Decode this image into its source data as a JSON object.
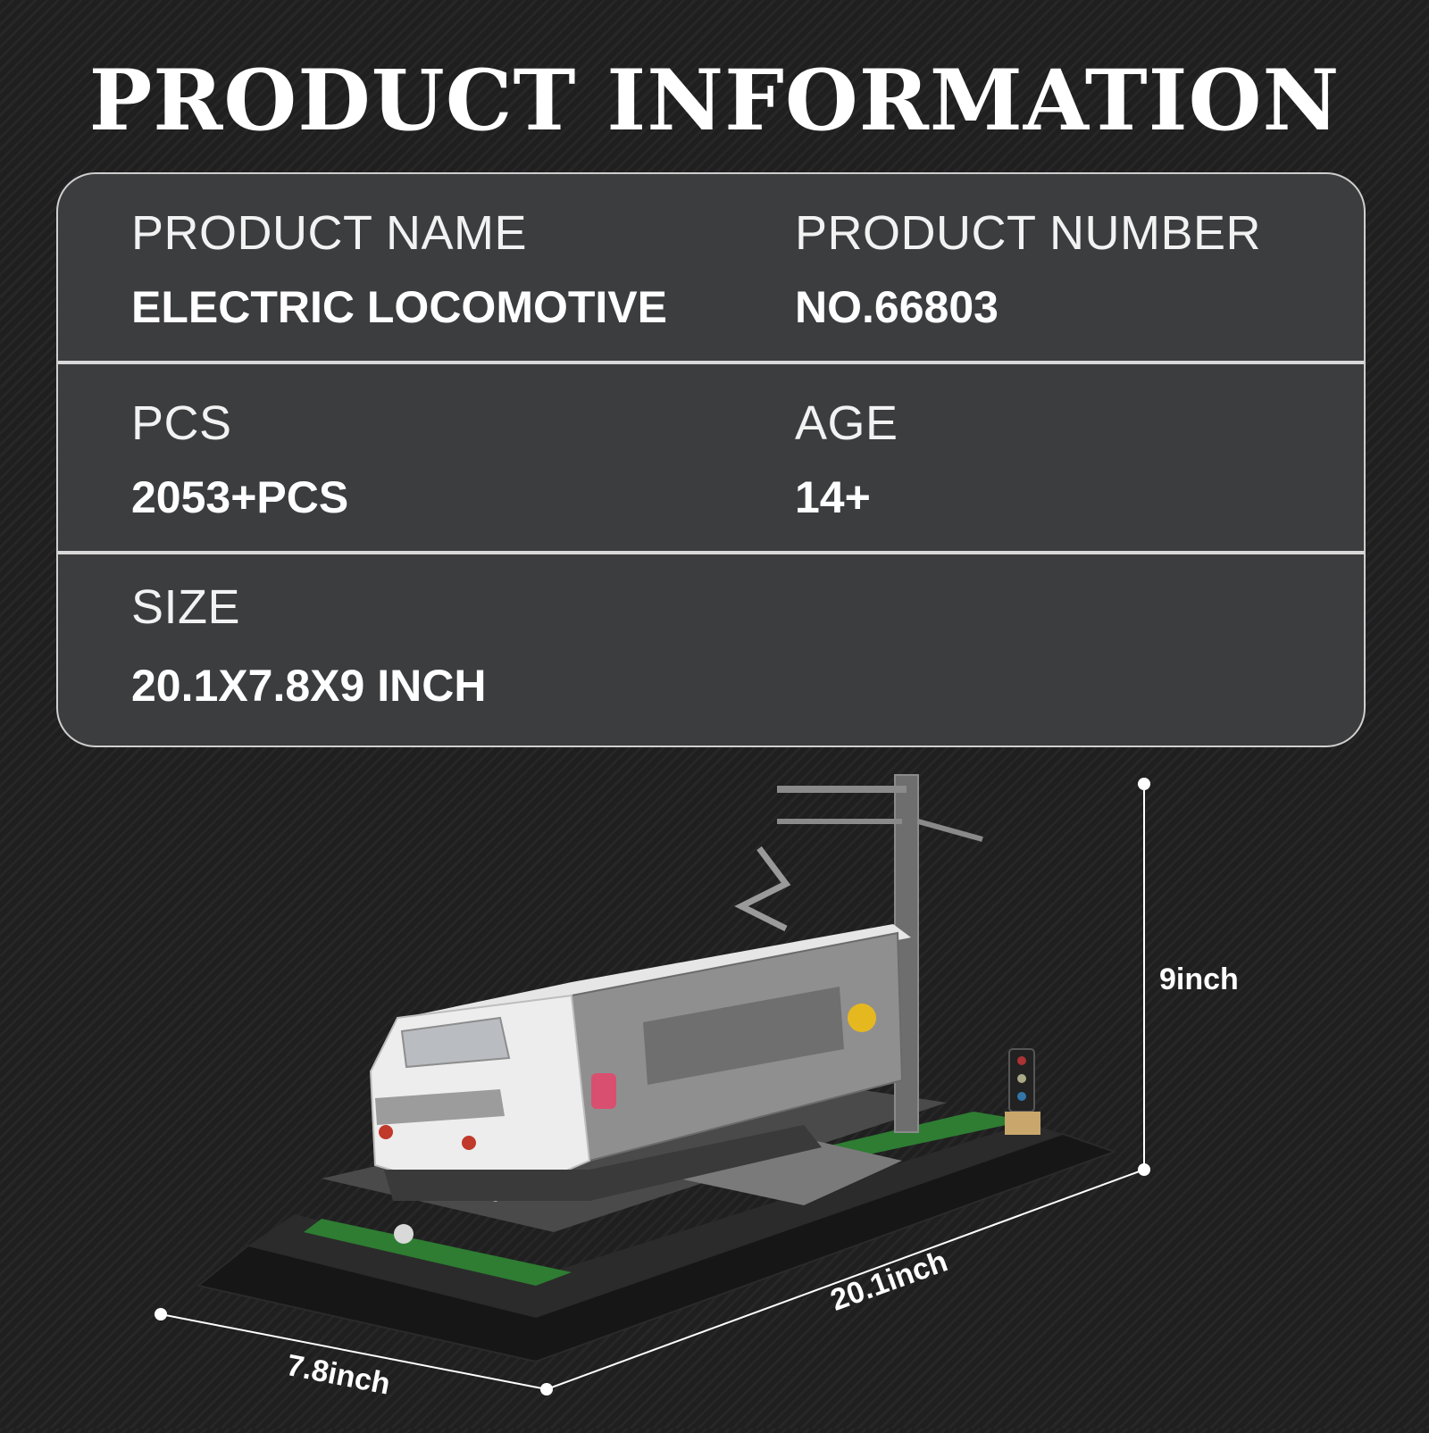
{
  "title": "PRODUCT INFORMATION",
  "info": {
    "product_name": {
      "label": "PRODUCT NAME",
      "value": "ELECTRIC LOCOMOTIVE"
    },
    "product_number": {
      "label": "PRODUCT NUMBER",
      "value": "NO.66803"
    },
    "pcs": {
      "label": "PCS",
      "value": "2053+PCS"
    },
    "age": {
      "label": "AGE",
      "value": "14+"
    },
    "size": {
      "label": "SIZE",
      "value": "20.1X7.8X9 INCH"
    }
  },
  "dimensions": {
    "height": "9inch",
    "length": "20.1inch",
    "width": "7.8inch"
  },
  "colors": {
    "background": "#1f1f20",
    "panel": "#3c3d3f",
    "panel_border": "#cfcfcf",
    "text": "#ffffff"
  }
}
